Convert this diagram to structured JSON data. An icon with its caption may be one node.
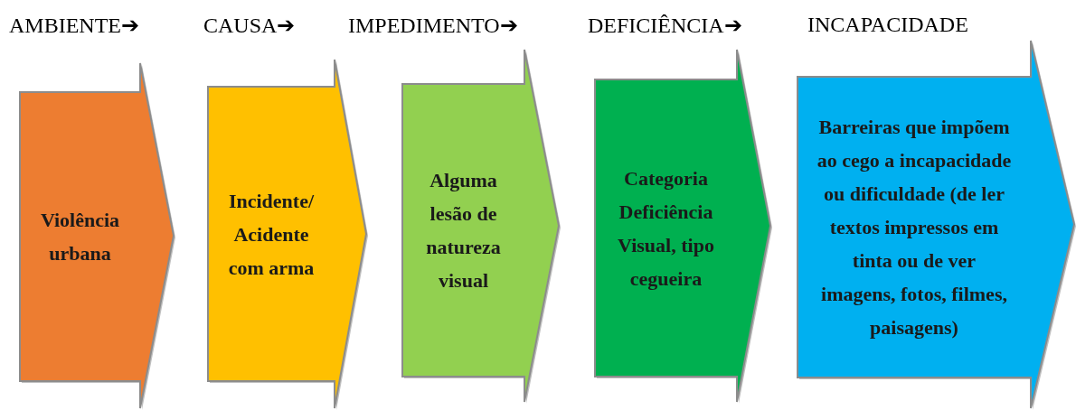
{
  "diagram": {
    "nodes": [
      {
        "text": [
          "Violência urbana"
        ]
      },
      {
        "text": [
          "Incidente/ Acidente com arma"
        ]
      },
      {
        "text": [
          "Alguma lesão de natureza visual"
        ]
      },
      {
        "text": [
          "Categoria Deficiência Visual, tipo cegueira"
        ]
      },
      {
        "text": [
          "Barreiras que impõem ao cego a incapacidade ou dificuldade (de ler textos impressos em tinta ou de ver imagens, fotos, filmes, paisagens)"
        ]
      }
    ],
    "labels": [
      "AMBIENTE➔",
      "CAUSA➔",
      "IMPEDIMENTO➔",
      "DEFICIÊNCIA➔",
      "INCAPACIDADE"
    ]
  }
}
